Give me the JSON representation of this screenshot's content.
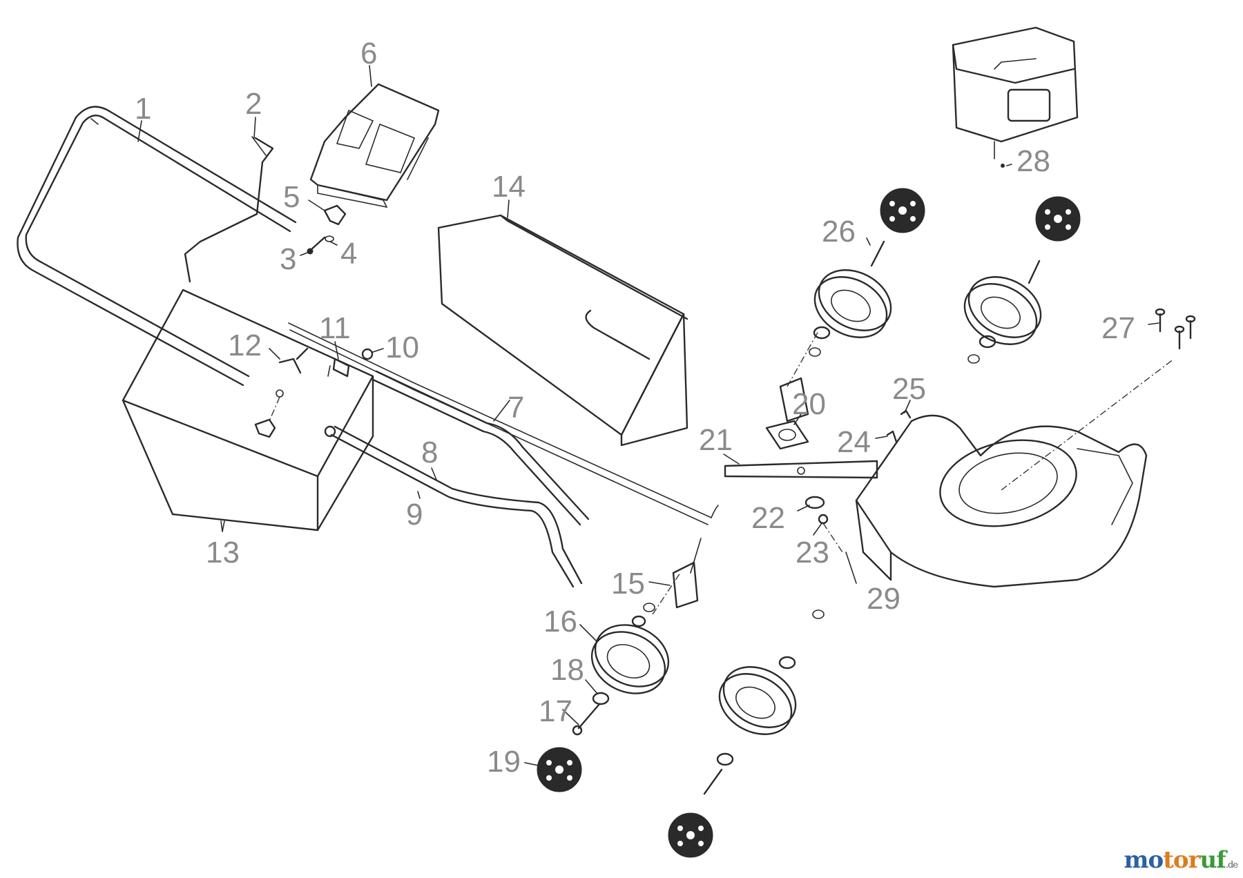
{
  "diagram": {
    "type": "exploded-parts-diagram",
    "callouts": [
      "1",
      "2",
      "3",
      "4",
      "5",
      "6",
      "7",
      "8",
      "9",
      "10",
      "11",
      "12",
      "13",
      "14",
      "15",
      "16",
      "17",
      "18",
      "19",
      "20",
      "21",
      "22",
      "23",
      "24",
      "25",
      "26",
      "27",
      "28",
      "29"
    ]
  },
  "watermark": {
    "part1": "mo",
    "part2": "tor",
    "part3": "uf",
    "suffix": ".de"
  },
  "colors": {
    "line": "#2a2a2a",
    "label": "#8a8a8a",
    "logo_blue": "#2b5fa8",
    "logo_orange": "#e07b1a",
    "logo_green": "#3a9a3a"
  }
}
